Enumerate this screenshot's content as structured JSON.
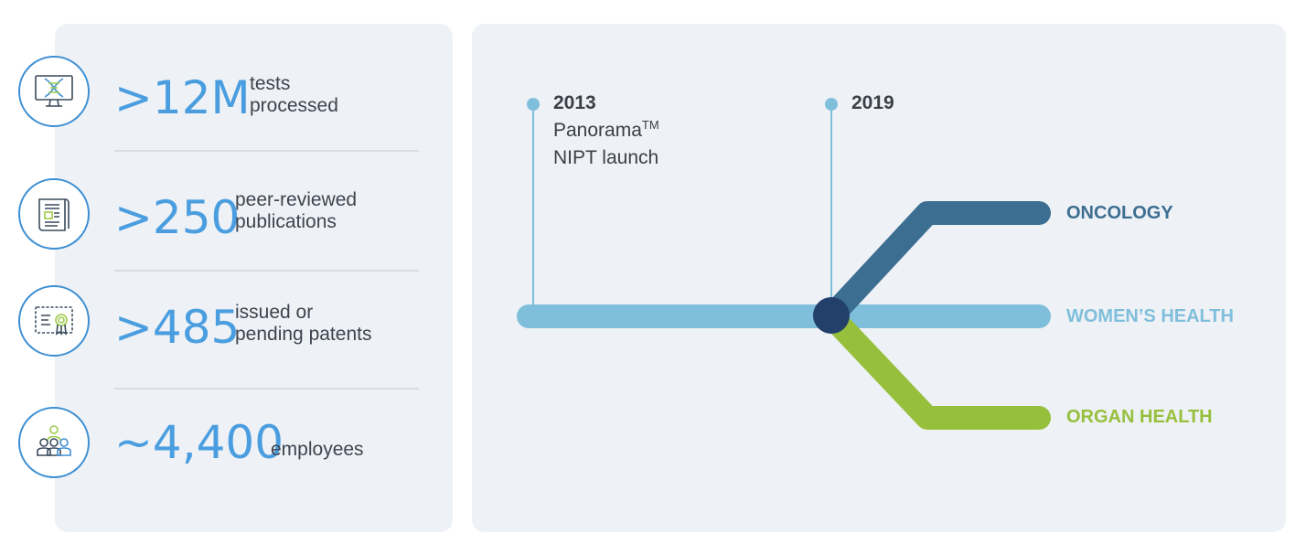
{
  "stats": [
    {
      "icon": "dna-monitor-icon",
      "value": ">12M",
      "line1": "tests",
      "line2": "processed"
    },
    {
      "icon": "publication-icon",
      "value": ">250",
      "line1": "peer-reviewed",
      "line2": "publications"
    },
    {
      "icon": "certificate-icon",
      "value": ">485",
      "line1": "issued or",
      "line2": "pending patents"
    },
    {
      "icon": "employees-icon",
      "value": "~4,400",
      "line1": "employees"
    }
  ],
  "timeline": {
    "milestones": [
      {
        "year": "2013",
        "text_line1": "Panorama",
        "text_sup": "TM",
        "text_line2": "NIPT launch"
      },
      {
        "year": "2019"
      }
    ],
    "branches": [
      {
        "label": "ONCOLOGY",
        "color": "#3c6e91"
      },
      {
        "label": "WOMEN’S HEALTH",
        "color": "#80bfdc"
      },
      {
        "label": "ORGAN HEALTH",
        "color": "#96c03c"
      }
    ],
    "node_color": "#23406b"
  },
  "colors": {
    "accent": "#4a9ee0",
    "panel_bg": "#eef1f5",
    "icon_border": "#3d8fd3"
  }
}
